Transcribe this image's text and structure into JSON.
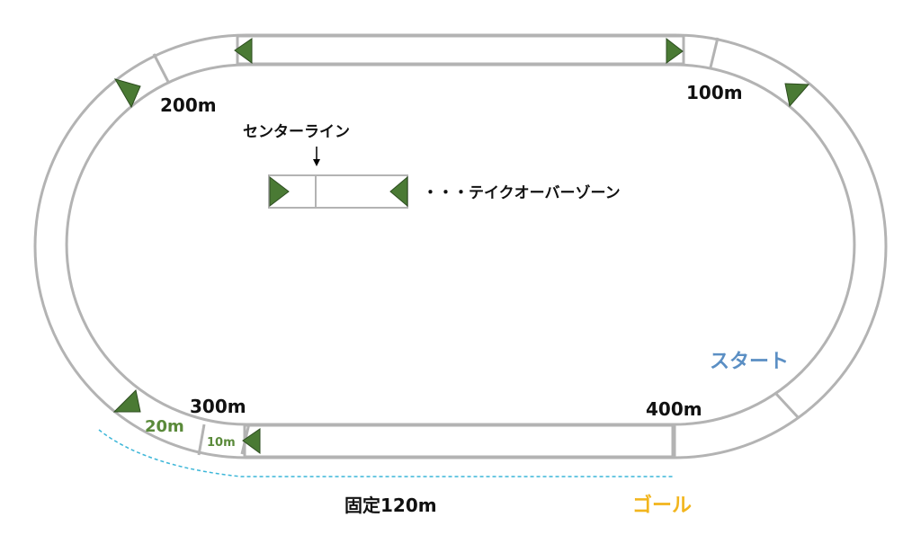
{
  "labels": {
    "m100": "100m",
    "m200": "200m",
    "m300": "300m",
    "m400": "400m",
    "m20": "20m",
    "m10": "10m",
    "center_line": "センターライン",
    "takeover_zone": "・・・テイクオーバーゾーン",
    "fixed": "固定120m",
    "start": "スタート",
    "goal": "ゴール"
  },
  "colors": {
    "track_stroke": "#b3b3b3",
    "marker_fill": "#4a7a34",
    "start_text": "#5b8fc4",
    "goal_text": "#f2b51d",
    "dim_text": "#5a8a3a",
    "dashed_line": "#3cb6d8"
  }
}
